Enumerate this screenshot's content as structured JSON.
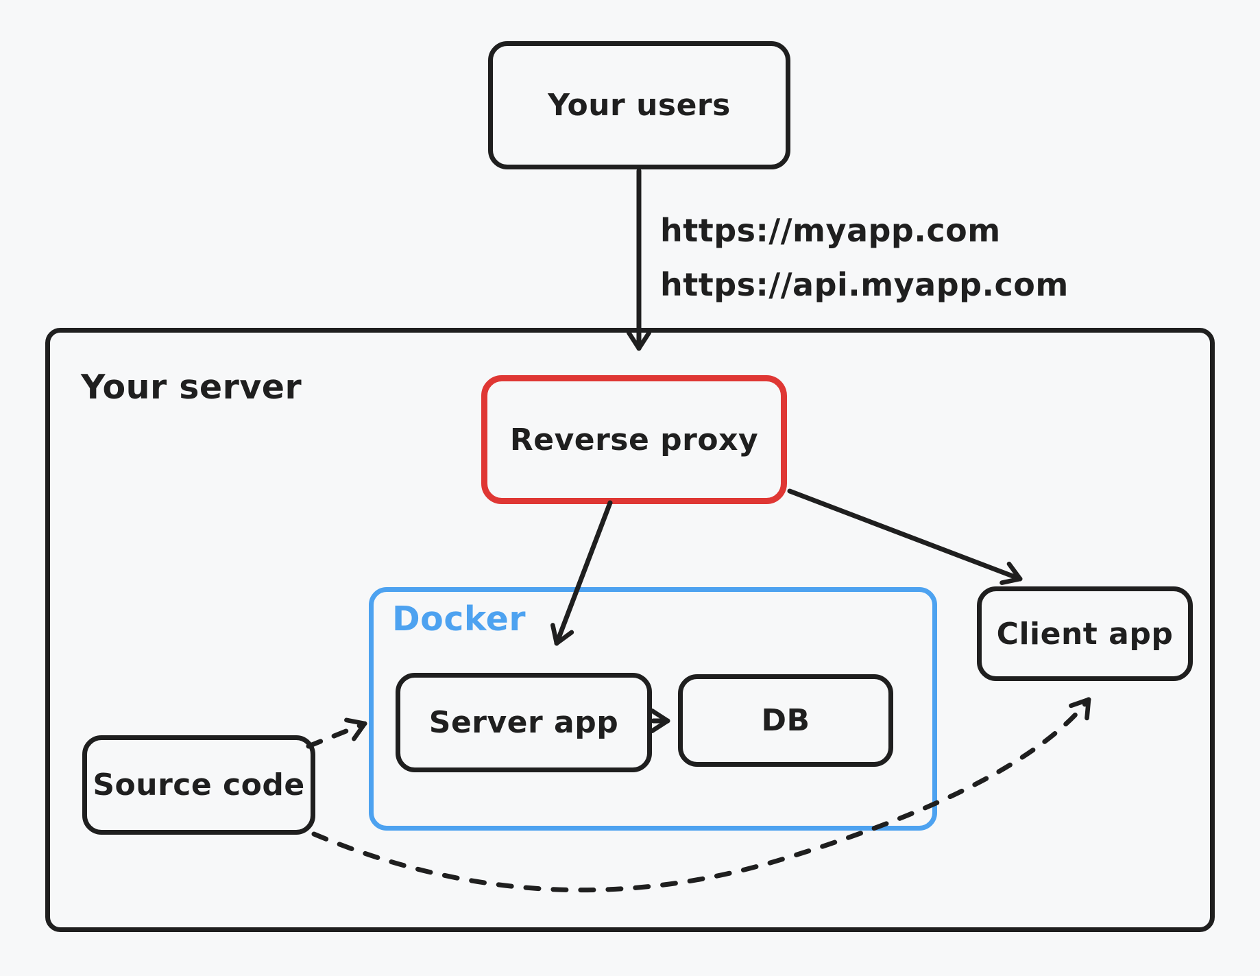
{
  "diagram": {
    "groups": {
      "server": {
        "label": "Your server"
      },
      "docker": {
        "label": "Docker"
      }
    },
    "nodes": {
      "users": {
        "label": "Your users"
      },
      "reverse_proxy": {
        "label": "Reverse proxy"
      },
      "server_app": {
        "label": "Server app"
      },
      "db": {
        "label": "DB"
      },
      "client_app": {
        "label": "Client app"
      },
      "source_code": {
        "label": "Source code"
      }
    },
    "edges": {
      "users_to_reverse_proxy": {
        "style": "solid",
        "label_lines": [
          "https://myapp.com",
          "https://api.myapp.com"
        ]
      },
      "reverse_proxy_to_server_app": {
        "style": "solid"
      },
      "reverse_proxy_to_client_app": {
        "style": "solid"
      },
      "server_app_to_db": {
        "style": "solid"
      },
      "source_code_to_server_app": {
        "style": "dashed"
      },
      "source_code_to_client_app": {
        "style": "dashed"
      }
    },
    "colors": {
      "background": "#f7f8f9",
      "ink": "#1f1f1f",
      "reverse_proxy_accent": "#df3734",
      "docker_accent": "#4da2f0"
    }
  }
}
